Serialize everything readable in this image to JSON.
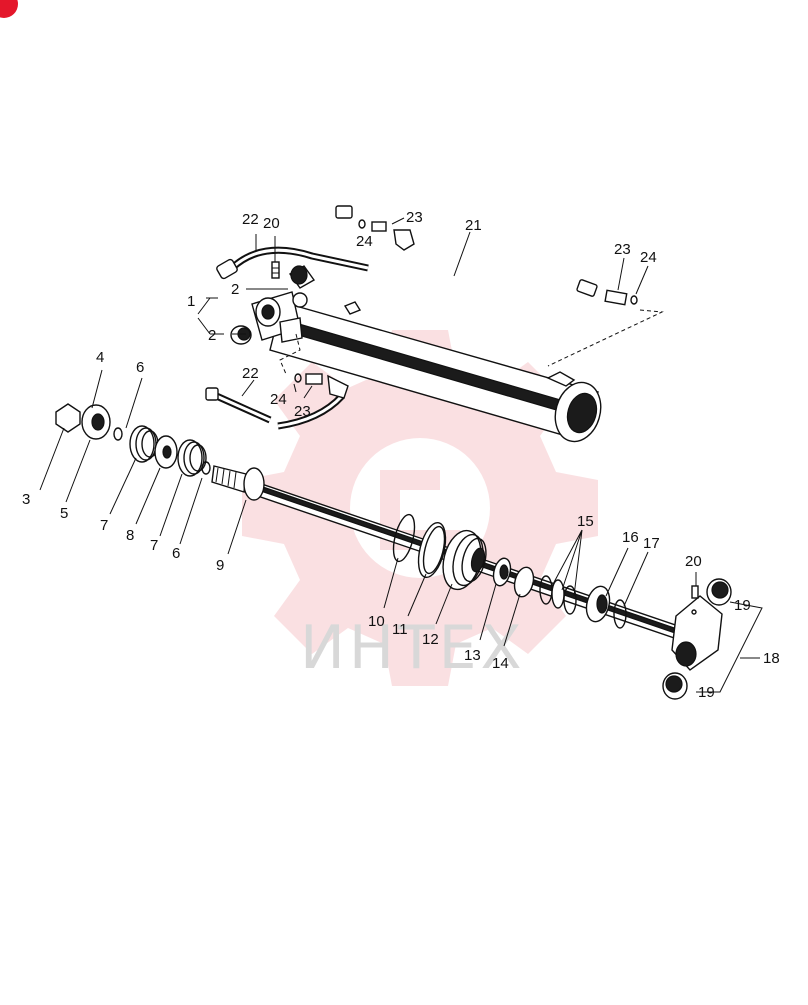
{
  "diagram": {
    "watermark_text": "ИНТЕХ",
    "accent_color": "#e4172b",
    "watermark_gear_color": "#f6c7cb",
    "callouts": {
      "c1": "1",
      "c2a": "2",
      "c2b": "2",
      "c3": "3",
      "c4": "4",
      "c5": "5",
      "c6a": "6",
      "c6b": "6",
      "c7a": "7",
      "c7b": "7",
      "c8": "8",
      "c9": "9",
      "c10": "10",
      "c11": "11",
      "c12": "12",
      "c13": "13",
      "c14": "14",
      "c15": "15",
      "c16": "16",
      "c17": "17",
      "c18": "18",
      "c19a": "19",
      "c19b": "19",
      "c20a": "20",
      "c20b": "20",
      "c21": "21",
      "c22a": "22",
      "c22b": "22",
      "c23a": "23",
      "c23b": "23",
      "c23c": "23",
      "c24a": "24",
      "c24b": "24",
      "c24c": "24"
    }
  }
}
